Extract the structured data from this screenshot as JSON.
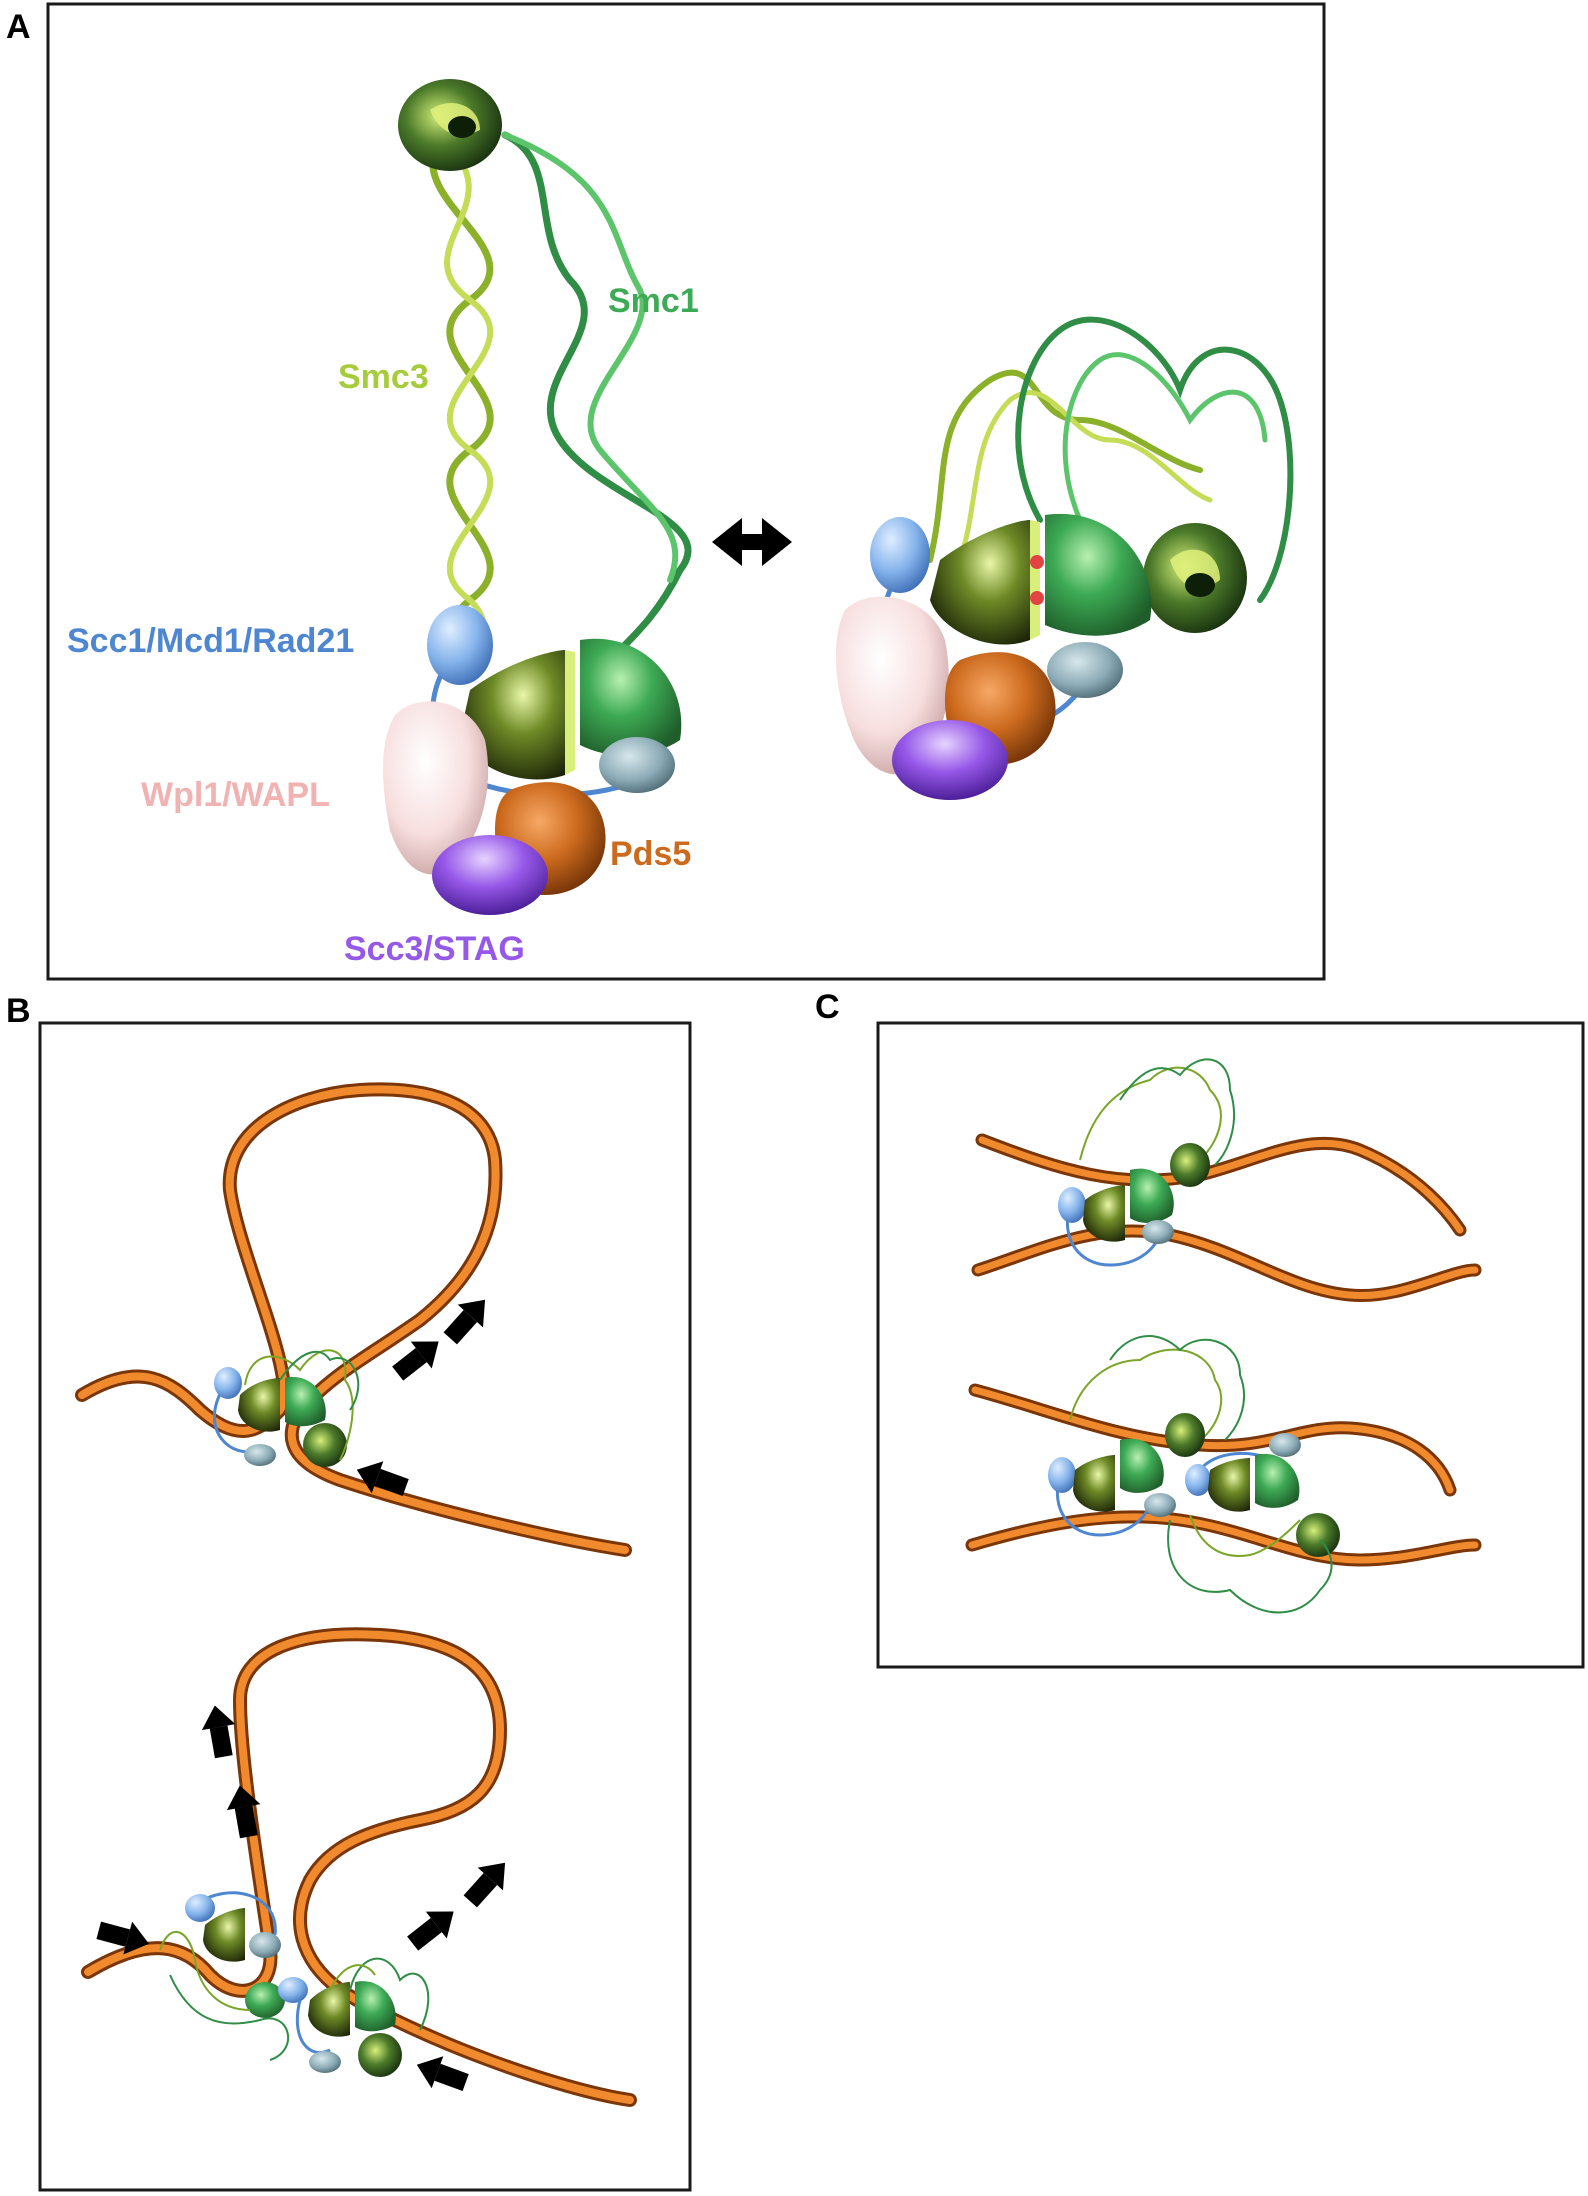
{
  "panels": {
    "a": {
      "letter": "A"
    },
    "b": {
      "letter": "B"
    },
    "c": {
      "letter": "C"
    }
  },
  "labels": {
    "smc1": "Smc1",
    "smc3": "Smc3",
    "scc1": "Scc1/Mcd1/Rad21",
    "wpl1": "Wpl1/WAPL",
    "pds5": "Pds5",
    "scc3": "Scc3/STAG"
  },
  "colors": {
    "smc1": "#3daa55",
    "smc3": "#a6cc3c",
    "scc1": "#4f86d0",
    "wpl1": "#f1b2b2",
    "pds5": "#cc6a1e",
    "scc3": "#9658e8",
    "dna": "#e07a20",
    "frame": "#1a1a1a"
  }
}
